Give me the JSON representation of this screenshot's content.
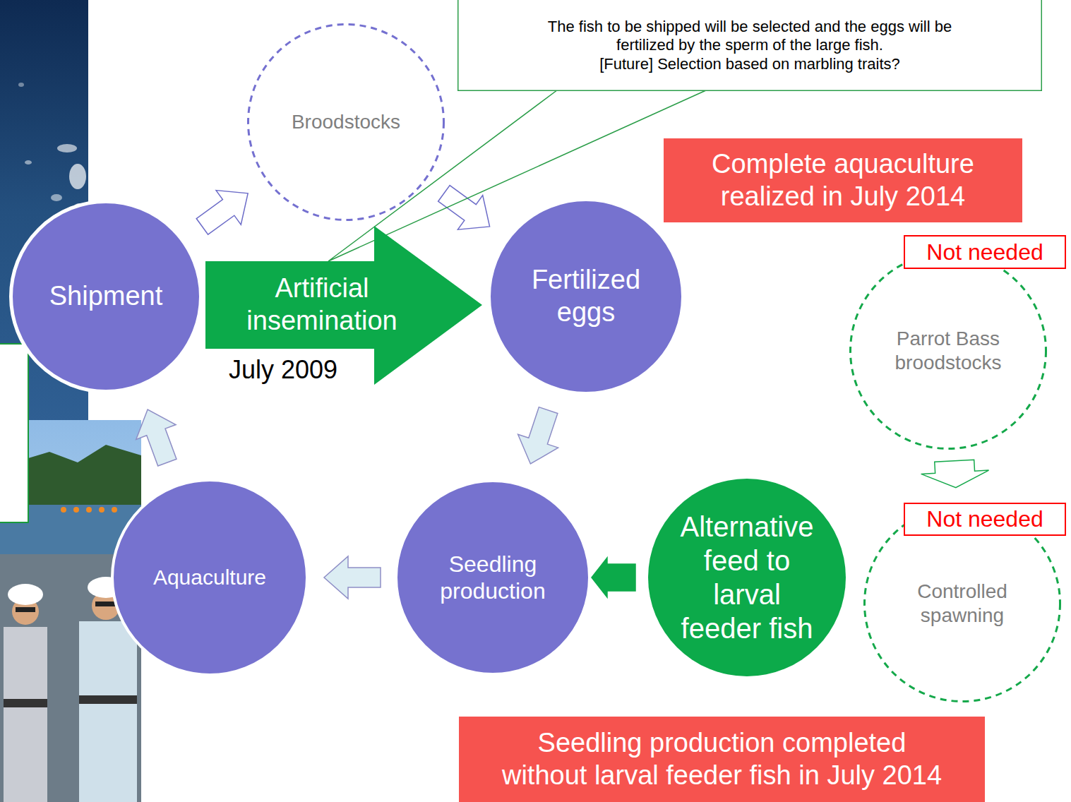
{
  "diagram": {
    "nodes": [
      {
        "text": [
          "The fish to be shipped will be selected and the eggs will be fertilized by the sperm of the large fish.",
          "[Future] Selection based on marbling traits?"
        ]
      },
      {
        "text": [
          "Broodstocks"
        ]
      },
      {
        "text": [
          "Complete aquaculture realized in July 2014"
        ]
      },
      {
        "text": [
          "Not needed"
        ]
      },
      {
        "text": [
          "Shipment"
        ]
      },
      {
        "text": [
          "Artificial insemination",
          "July 2009"
        ]
      },
      {
        "text": [
          "Fertilized eggs"
        ]
      },
      {
        "text": [
          "Parrot Bass broodstocks"
        ]
      },
      {
        "text": [
          "Not needed"
        ]
      },
      {
        "text": [
          "Controlled spawning"
        ]
      },
      {
        "text": [
          "Aquaculture"
        ]
      },
      {
        "text": [
          "Seedling production"
        ]
      },
      {
        "text": [
          "Alternative feed to larval feeder fish"
        ]
      },
      {
        "text": [
          "Seedling production completed without larval feeder fish in July 2014"
        ]
      }
    ],
    "edges": [
      {
        "from": 4,
        "to": 1,
        "arrow": "to"
      },
      {
        "from": 1,
        "to": 6,
        "arrow": "to"
      },
      {
        "from": 6,
        "to": 11,
        "arrow": "to"
      },
      {
        "from": 11,
        "to": 10,
        "arrow": "to"
      },
      {
        "from": 10,
        "to": 4,
        "arrow": "to"
      },
      {
        "from": 12,
        "to": 11,
        "arrow": "to"
      },
      {
        "from": 7,
        "to": 9,
        "arrow": "to"
      },
      {
        "from": 0,
        "to": 5,
        "arrow": "none"
      }
    ]
  }
}
